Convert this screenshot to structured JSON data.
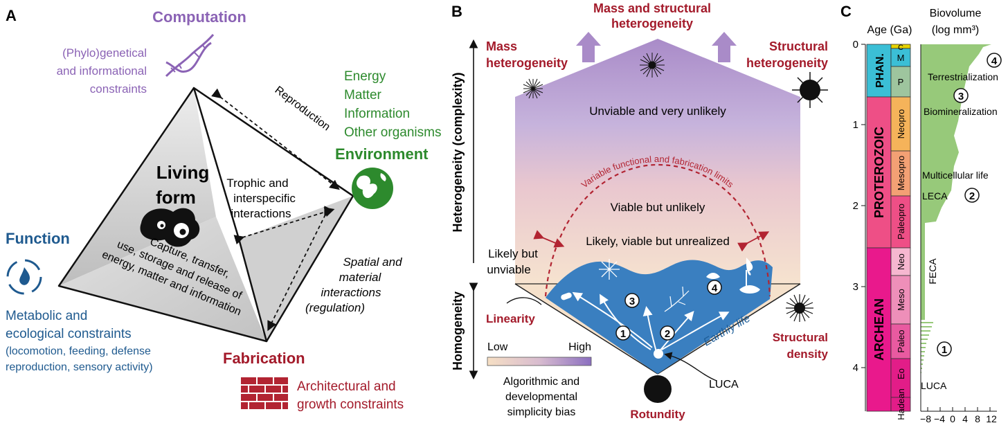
{
  "panel_a": {
    "letter": "A",
    "computation": {
      "title": "Computation",
      "constraint_lines": [
        "(Phylo)genetical",
        "and informational",
        "constraints"
      ]
    },
    "environment": {
      "lines": [
        "Energy",
        "Matter",
        "Information",
        "Other organisms"
      ],
      "title": "Environment"
    },
    "function": {
      "title": "Function",
      "constraint_lines": [
        "Metabolic and",
        "ecological constraints"
      ],
      "detail_lines": [
        "(locomotion, feeding, defense",
        "reproduction, sensory activity)"
      ]
    },
    "fabrication": {
      "title": "Fabrication",
      "constraint_lines": [
        "Architectural and",
        "growth constraints"
      ]
    },
    "living_form_lines": [
      "Living",
      "form"
    ],
    "reproduction": "Reproduction",
    "trophic_lines": [
      "Trophic and",
      "interspecific",
      "interactions"
    ],
    "spatial_lines": [
      "Spatial and",
      "material",
      "interactions",
      "(regulation)"
    ],
    "capture_lines": [
      "Capture, transfer,",
      "use, storage and release of",
      "energy, matter and information"
    ]
  },
  "panel_b": {
    "letter": "B",
    "top_title_lines": [
      "Mass and structural",
      "heterogeneity"
    ],
    "mass_het_lines": [
      "Mass",
      "heterogeneity"
    ],
    "struct_het_lines": [
      "Structural",
      "heterogeneity"
    ],
    "y_axis_upper": "Heterogeneity (complexity)",
    "y_axis_lower": "Homogeneity",
    "unviable": "Unviable and very unlikely",
    "viable_unlikely": "Viable but unlikely",
    "likely_viable": "Likely, viable but unrealized",
    "likely_unviable_lines": [
      "Likely but",
      "unviable"
    ],
    "arc_label": "Variable functional and fabrication limits",
    "linearity": "Linearity",
    "structural_density_lines": [
      "Structural",
      "density"
    ],
    "rotundity": "Rotundity",
    "earthly_life": "Earthly life",
    "luca": "LUCA",
    "legend_low": "Low",
    "legend_high": "High",
    "legend_caption_lines": [
      "Algorithmic and",
      "developmental",
      "simplicity bias"
    ],
    "step_numbers": [
      "1",
      "2",
      "3",
      "4"
    ],
    "colors": {
      "purple": "#a98bc8",
      "cream": "#f6dfc4",
      "red": "#a31a2a",
      "blue": "#3a7fc0",
      "dark_blue": "#1d5d98"
    }
  },
  "panel_c": {
    "letter": "C",
    "age_title": "Age (Ga)",
    "biovolume_title_lines": [
      "Biovolume",
      "(log mm³)"
    ],
    "age_ticks": [
      "0",
      "1",
      "2",
      "3",
      "4"
    ],
    "x_ticks": [
      "−8",
      "−4",
      "0",
      "4",
      "8",
      "12"
    ],
    "eons": [
      "PHAN.",
      "PROTEROZOIC",
      "ARCHEAN"
    ],
    "eras": [
      "C",
      "M",
      "P",
      "Neopro",
      "Mesopro",
      "Paleopro",
      "Neo",
      "Meso",
      "Paleo",
      "Eo",
      "Hadean"
    ],
    "events": {
      "terrestrialization": "Terrestrialization",
      "biomineralization": "Biomineralization",
      "multicellular": "Multicellular life",
      "leca": "LECA",
      "feca": "FECA",
      "luca": "LUCA"
    },
    "markers": [
      "1",
      "2",
      "3",
      "4"
    ],
    "colors": {
      "phan": "#3bbfd6",
      "proterozoic": "#ee4f86",
      "archean": "#e9198c",
      "curve": "#97c97a"
    }
  }
}
